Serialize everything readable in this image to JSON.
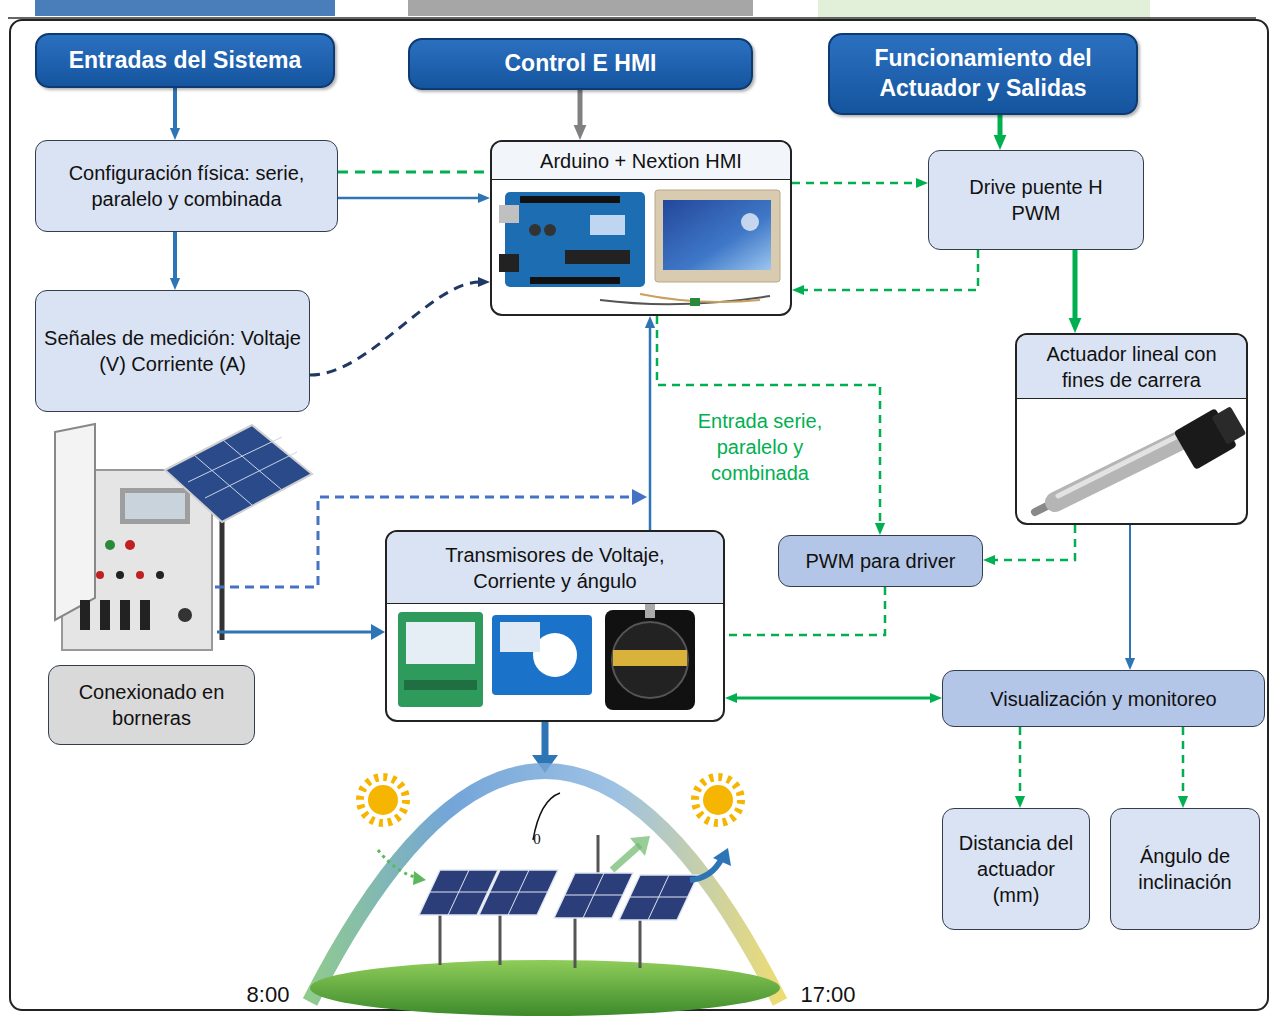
{
  "diagram": {
    "nodes": [
      {
        "text": [
          "Entradas del Sistema"
        ]
      },
      {
        "text": [
          "Control E HMI"
        ]
      },
      {
        "text": [
          "Funcionamiento del Actuador y Salidas"
        ]
      },
      {
        "text": [
          "Configuración física: serie, paralelo y combinada"
        ]
      },
      {
        "text": [
          "Arduino + Nextion HMI"
        ]
      },
      {
        "text": [
          "Drive puente H PWM"
        ]
      },
      {
        "text": [
          "Señales de medición: Voltaje (V) Corriente (A)"
        ]
      },
      {
        "text": [
          "Actuador lineal con fines de carrera"
        ]
      },
      {
        "text": [
          "Transmisores de Voltaje, Corriente y ángulo"
        ]
      },
      {
        "text": [
          "PWM para driver"
        ]
      },
      {
        "text": [
          "Conexionado en borneras"
        ]
      },
      {
        "text": [
          "Visualización y monitoreo"
        ]
      },
      {
        "text": [
          "Distancia del actuador (mm)"
        ]
      },
      {
        "text": [
          "Ángulo de inclinación"
        ]
      }
    ],
    "edges": [
      {
        "from": 0,
        "to": 3,
        "arrow": "to"
      },
      {
        "from": 1,
        "to": 4,
        "arrow": "to"
      },
      {
        "from": 2,
        "to": 5,
        "arrow": "to"
      },
      {
        "from": 3,
        "to": 6,
        "arrow": "to"
      },
      {
        "from": 3,
        "to": 4,
        "arrow": "to"
      },
      {
        "from": 3,
        "to": 4,
        "arrow": "none"
      },
      {
        "from": 6,
        "to": 4,
        "arrow": "to"
      },
      {
        "from": 4,
        "to": 5,
        "arrow": "to"
      },
      {
        "from": 5,
        "to": 4,
        "arrow": "to"
      },
      {
        "from": 5,
        "to": 7,
        "arrow": "to"
      },
      {
        "from": 8,
        "to": 4,
        "arrow": "to"
      },
      {
        "from": 4,
        "to": 9,
        "label": "Entrada serie, paralelo y combinada",
        "arrow": "to"
      },
      {
        "from": 7,
        "to": 9,
        "arrow": "to"
      },
      {
        "from": 9,
        "to": 8,
        "arrow": "none"
      },
      {
        "from": 7,
        "to": 11,
        "arrow": "to"
      },
      {
        "from": 8,
        "to": 11,
        "arrow": "both"
      },
      {
        "from": 11,
        "to": 12,
        "arrow": "to"
      },
      {
        "from": 11,
        "to": 13,
        "arrow": "to"
      }
    ],
    "labels": [
      "8:00",
      "17:00",
      "0"
    ]
  }
}
